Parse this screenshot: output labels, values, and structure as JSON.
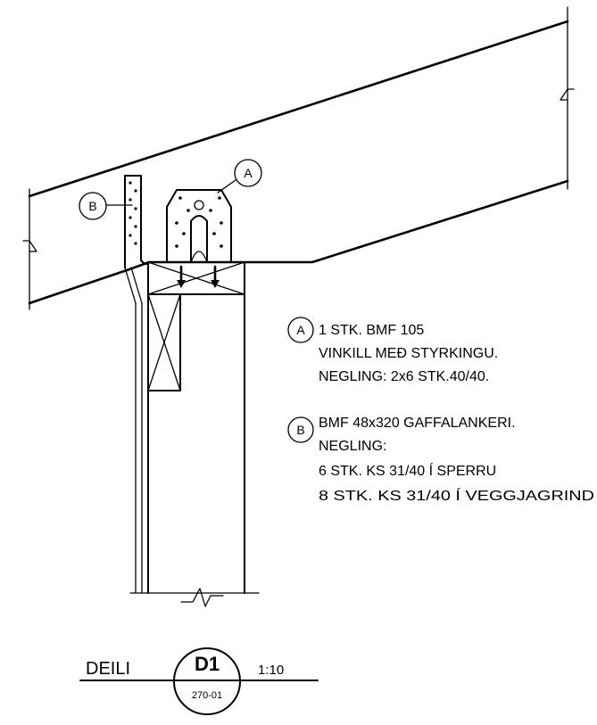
{
  "callouts": {
    "a": {
      "tag": "A",
      "lines": [
        "1 STK. BMF 105",
        "VINKILL MEÐ STYRKINGU.",
        "NEGLING: 2x6 STK.40/40."
      ]
    },
    "b": {
      "tag": "B",
      "lines": [
        "BMF 48x320 GAFFALANKERI.",
        "NEGLING:",
        "6 STK. KS 31/40 Í SPERRU",
        "8 STK. KS 31/40 Í VEGGJAGRIND"
      ]
    }
  },
  "detail_title": {
    "label": "DEILI",
    "number": "D1",
    "sheet": "270-01",
    "scale": "1:10"
  }
}
